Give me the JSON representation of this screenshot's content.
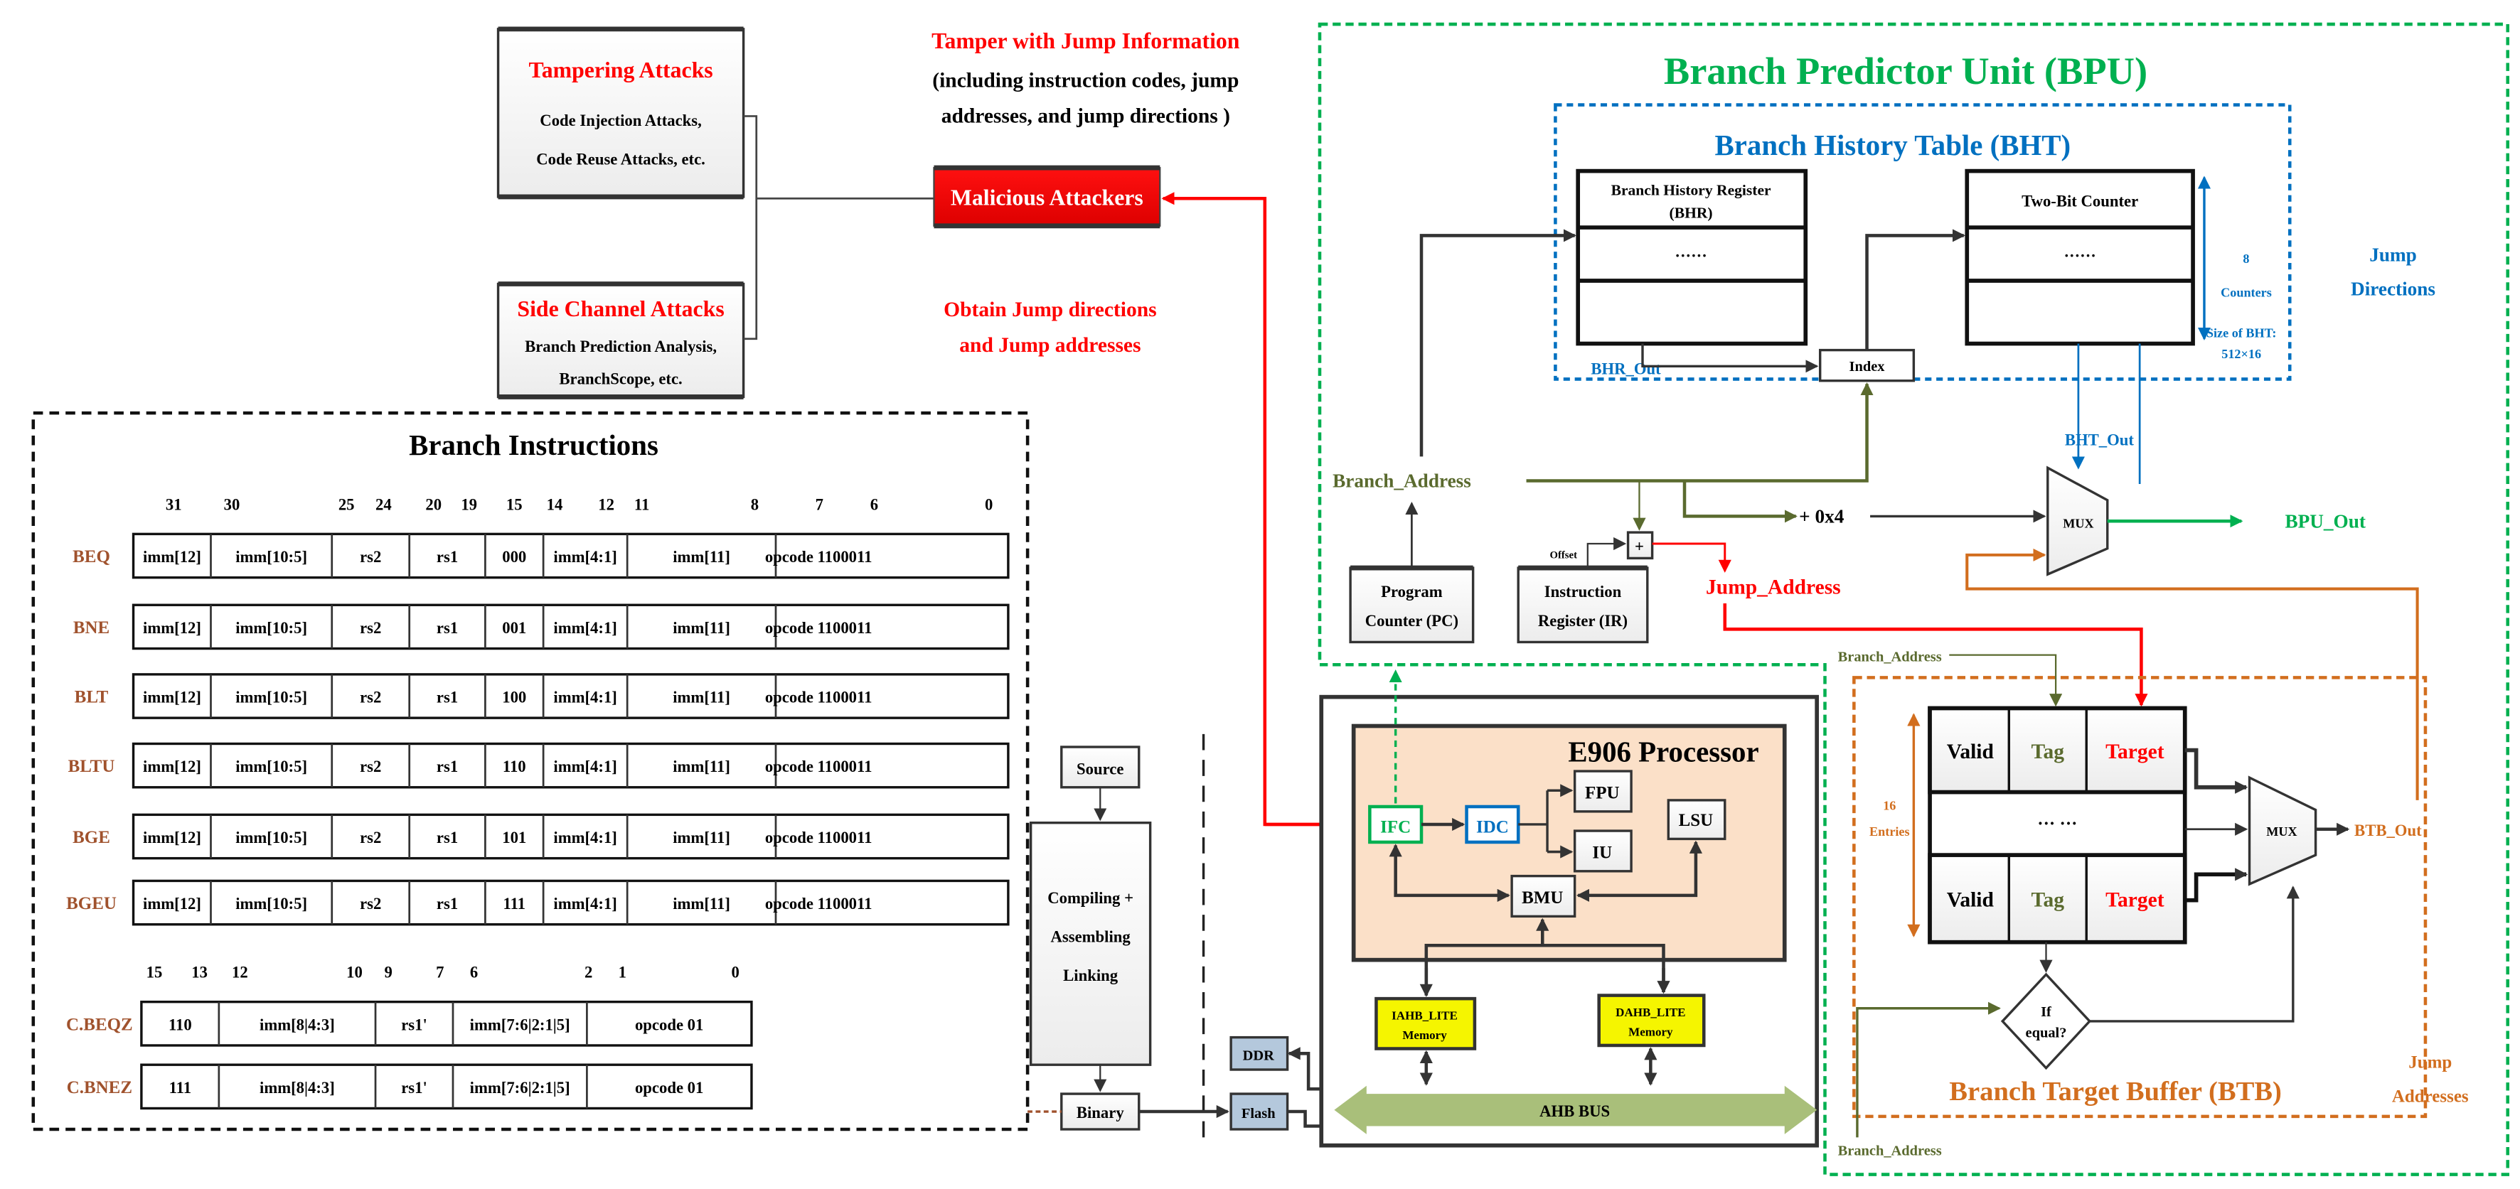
{
  "attacks": {
    "tampering_title": "Tampering Attacks",
    "tampering_lines": [
      "Code Injection Attacks,",
      "Code Reuse Attacks, etc."
    ],
    "side_title": "Side Channel Attacks",
    "side_lines": [
      "Branch Prediction Analysis,",
      "BranchScope, etc."
    ],
    "malicious": "Malicious Attackers",
    "tamper_note": [
      "Tamper with Jump Information",
      "(including instruction codes, jump",
      "addresses, and jump directions )"
    ],
    "obtain_note": [
      "Obtain Jump directions",
      "and Jump addresses"
    ]
  },
  "instructions": {
    "title": "Branch Instructions",
    "bits32": [
      "31",
      "30",
      "25",
      "24",
      "20",
      "19",
      "15",
      "14",
      "12",
      "11",
      "8",
      "7",
      "6",
      "0"
    ],
    "rows32": [
      {
        "name": "BEQ",
        "cells": [
          "imm[12]",
          "imm[10:5]",
          "rs2",
          "rs1",
          "000",
          "imm[4:1]",
          "imm[11]",
          "opcode 1100011"
        ]
      },
      {
        "name": "BNE",
        "cells": [
          "imm[12]",
          "imm[10:5]",
          "rs2",
          "rs1",
          "001",
          "imm[4:1]",
          "imm[11]",
          "opcode 1100011"
        ]
      },
      {
        "name": "BLT",
        "cells": [
          "imm[12]",
          "imm[10:5]",
          "rs2",
          "rs1",
          "100",
          "imm[4:1]",
          "imm[11]",
          "opcode 1100011"
        ]
      },
      {
        "name": "BLTU",
        "cells": [
          "imm[12]",
          "imm[10:5]",
          "rs2",
          "rs1",
          "110",
          "imm[4:1]",
          "imm[11]",
          "opcode 1100011"
        ]
      },
      {
        "name": "BGE",
        "cells": [
          "imm[12]",
          "imm[10:5]",
          "rs2",
          "rs1",
          "101",
          "imm[4:1]",
          "imm[11]",
          "opcode 1100011"
        ]
      },
      {
        "name": "BGEU",
        "cells": [
          "imm[12]",
          "imm[10:5]",
          "rs2",
          "rs1",
          "111",
          "imm[4:1]",
          "imm[11]",
          "opcode 1100011"
        ]
      }
    ],
    "bits16": [
      "15",
      "13",
      "12",
      "10",
      "9",
      "7",
      "6",
      "2",
      "1",
      "0"
    ],
    "rows16": [
      {
        "name": "C.BEQZ",
        "cells": [
          "110",
          "imm[8|4:3]",
          "rs1'",
          "imm[7:6|2:1|5]",
          "opcode 01"
        ]
      },
      {
        "name": "C.BNEZ",
        "cells": [
          "111",
          "imm[8|4:3]",
          "rs1'",
          "imm[7:6|2:1|5]",
          "opcode 01"
        ]
      }
    ]
  },
  "toolchain": {
    "source": "Source",
    "compile": [
      "Compiling +",
      "Assembling",
      "Linking"
    ],
    "binary": "Binary",
    "ddr": "DDR",
    "flash": "Flash"
  },
  "processor": {
    "title": "E906 Processor",
    "ifc": "IFC",
    "idc": "IDC",
    "fpu": "FPU",
    "iu": "IU",
    "lsu": "LSU",
    "bmu": "BMU",
    "iahb": [
      "IAHB_LITE",
      "Memory"
    ],
    "dahb": [
      "DAHB_LITE",
      "Memory"
    ],
    "bus": "AHB BUS"
  },
  "bpu": {
    "title": "Branch Predictor Unit (BPU)",
    "bht_title": "Branch History Table (BHT)",
    "bhr": [
      "Branch History Register",
      "(BHR)"
    ],
    "dots": "······",
    "counter": "Two-Bit Counter",
    "counters_note": [
      "8",
      "Counters"
    ],
    "size_note": [
      "Size of BHT:",
      "512×16"
    ],
    "jump_directions": [
      "Jump",
      "Directions"
    ],
    "bhr_out": "BHR_Out",
    "index": "Index",
    "bht_out": "BHT_Out",
    "branch_address": "Branch_Address",
    "pc": [
      "Program",
      "Counter (PC)"
    ],
    "ir": [
      "Instruction",
      "Register (IR)"
    ],
    "offset": "Offset",
    "plus": "+",
    "plus4": "+ 0x4",
    "jump_address": "Jump_Address",
    "mux": "MUX",
    "bpu_out": "BPU_Out"
  },
  "btb": {
    "title": "Branch Target Buffer (BTB)",
    "valid": "Valid",
    "tag": "Tag",
    "target": "Target",
    "dots": "··· ···",
    "entries": [
      "16",
      "Entries"
    ],
    "if_equal": [
      "If",
      "equal?"
    ],
    "mux": "MUX",
    "btb_out": "BTB_Out",
    "branch_address_top": "Branch_Address",
    "branch_address_bottom": "Branch_Address",
    "jump_addresses": [
      "Jump",
      "Addresses"
    ]
  },
  "colors": {
    "red": "#ff0000",
    "green": "#00b050",
    "blue": "#0070c0",
    "olive": "#5a6a2e",
    "orange": "#d26e1e",
    "brown": "#a0522d",
    "peach": "#fbe0c8",
    "yellow": "#f5f500",
    "bus": "#a9bf7a",
    "mem_blue": "#b4c8dc"
  }
}
